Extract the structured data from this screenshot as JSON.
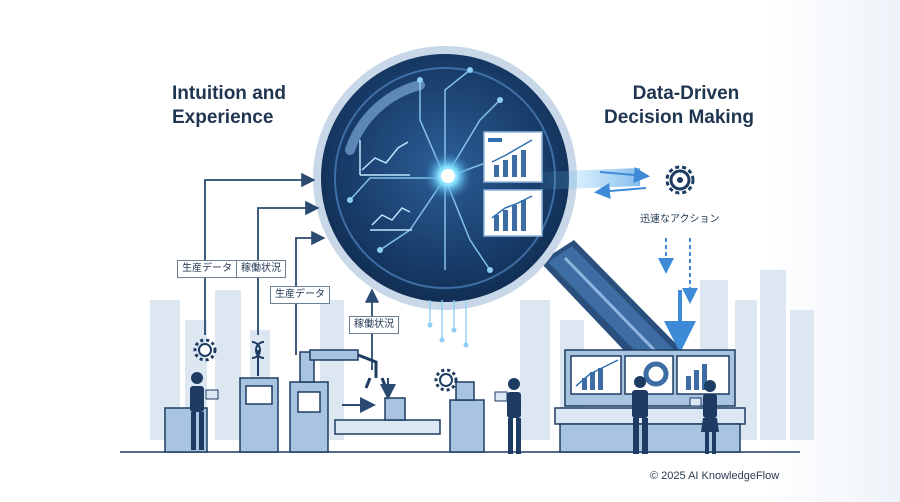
{
  "left_heading": [
    "Intuition and",
    "Experience"
  ],
  "right_heading": [
    "Data-Driven",
    "Decision Making"
  ],
  "labels": {
    "production_data_1": "生産データ",
    "operation_status_1": "稼働状況",
    "production_data_2": "生産データ",
    "operation_status_2": "稼働状況",
    "quick_action": "迅速なアクション"
  },
  "copyright": "© 2025 AI KnowledgeFlow",
  "colors": {
    "navy": "#1d3b63",
    "blue": "#2f6fb0",
    "light_blue": "#a9c4e0",
    "pale": "#dbe7f3",
    "glow": "#7fd6ff"
  }
}
